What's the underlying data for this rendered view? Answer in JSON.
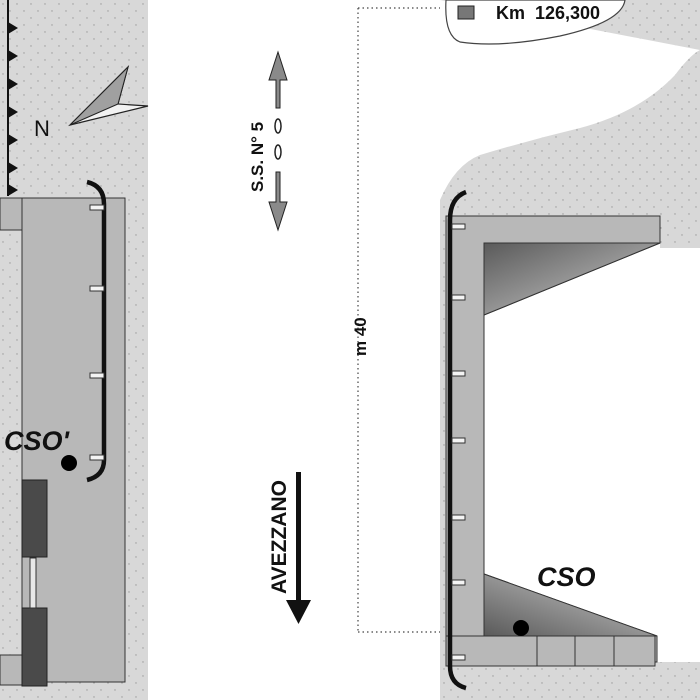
{
  "labels": {
    "km": "Km  126,300",
    "north": "N",
    "road_line1": "S.S. N° 5",
    "distance": "m 40",
    "city": "AVEZZANO",
    "station_left": "CSO'",
    "station_right": "CSO"
  },
  "colors": {
    "ground": "#d6d6d6",
    "structure": "#b8b8b8",
    "dark_block": "#4a4a4a",
    "accent_line": "#111111"
  },
  "icons": {
    "north_arrow": "north-arrow-icon",
    "road_direction": "double-arrow-icon",
    "city_direction": "down-arrow-icon"
  }
}
